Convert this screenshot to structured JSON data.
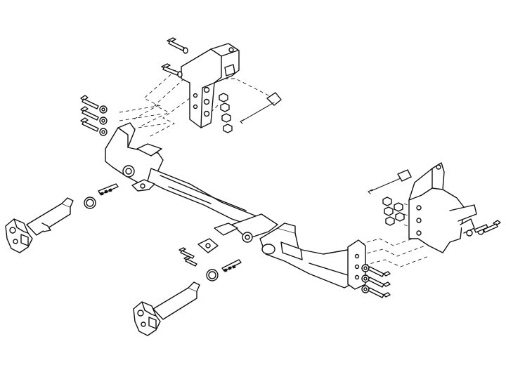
{
  "diagram": {
    "background": "#ffffff",
    "line_color": "#111111",
    "parts": [
      "upper-left-mounting-bracket",
      "lower-right-mounting-bracket",
      "main-crossbar",
      "left-tow-arm",
      "right-tow-arm",
      "hitch-pins",
      "o-rings",
      "bolts",
      "washers",
      "nuts",
      "safety-cables",
      "center-tow-tab"
    ]
  }
}
